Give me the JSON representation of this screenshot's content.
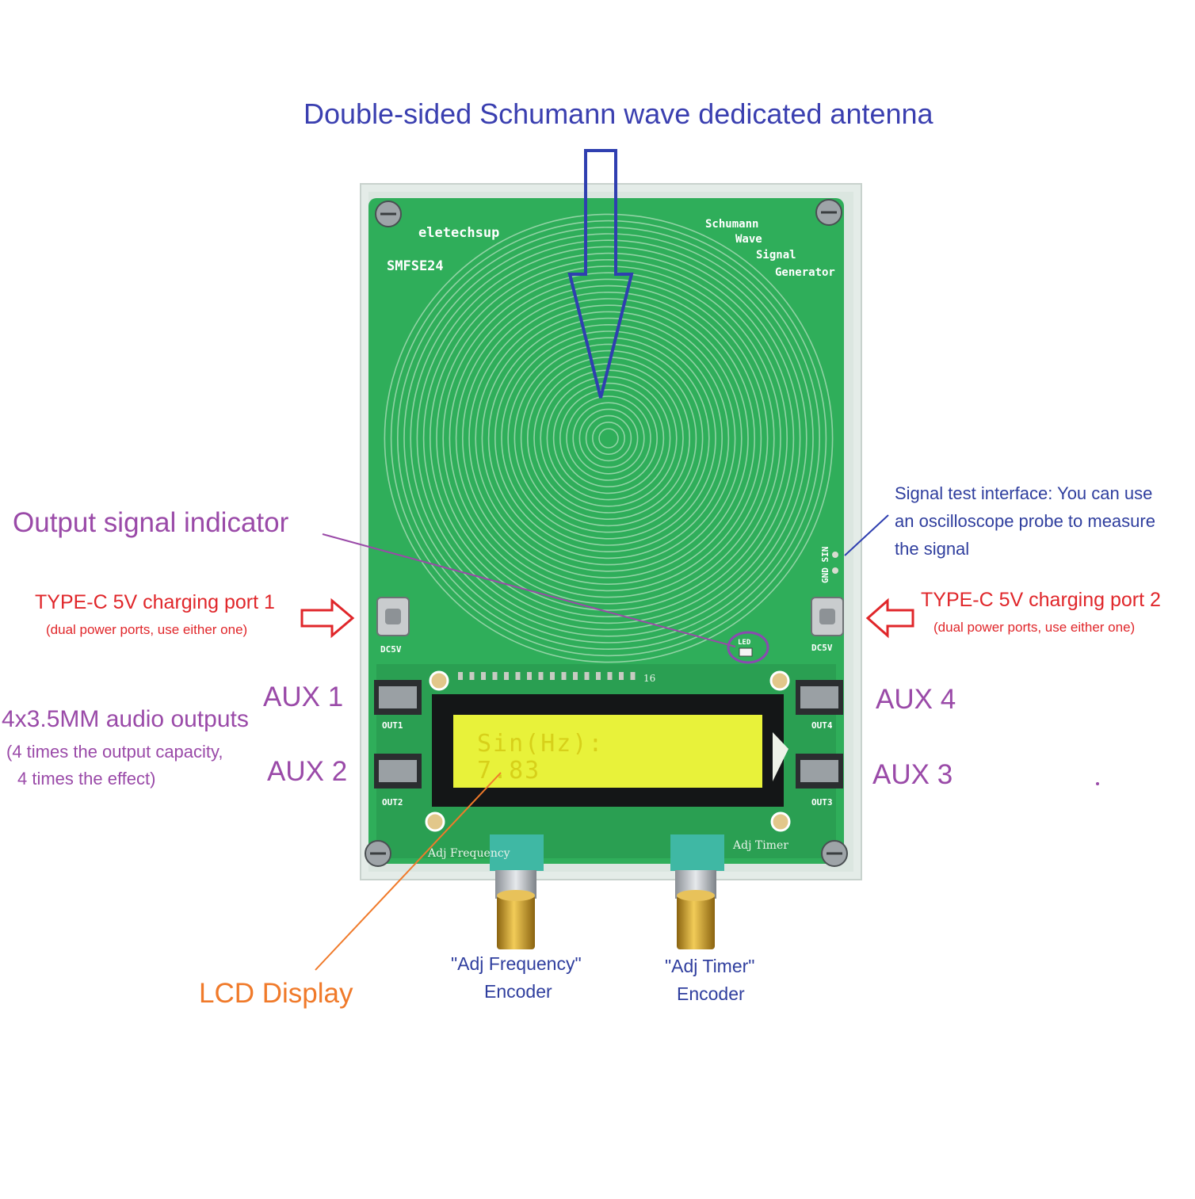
{
  "title": "Double-sided Schumann wave dedicated antenna",
  "board": {
    "brand": "eletechsup",
    "model": "SMFSE24",
    "product_lines": [
      "Schumann",
      "Wave",
      "Signal",
      "Generator"
    ],
    "dc_label": "DC5V",
    "led_label": "LED",
    "test_pins": "GND SIN",
    "out_labels": [
      "OUT1",
      "OUT2",
      "OUT3",
      "OUT4"
    ],
    "pin_count": "16",
    "knob_left_label": "Adj Frequency",
    "knob_right_label": "Adj Timer"
  },
  "lcd": {
    "line1": "Sin(Hz):",
    "line2": "7.83"
  },
  "callouts": {
    "output_indicator": "Output signal indicator",
    "test_interface": [
      "Signal test interface: You can use",
      "an oscilloscope probe to measure",
      "the signal"
    ],
    "port1_title": "TYPE-C 5V charging port 1",
    "port1_note": "(dual power ports, use either one)",
    "port2_title": "TYPE-C 5V charging port 2",
    "port2_note": "(dual power ports, use either one)",
    "aux1": "AUX 1",
    "aux2": "AUX 2",
    "aux3": "AUX 3",
    "aux4": "AUX 4",
    "audio_title": "4x3.5MM audio outputs",
    "audio_note1": "(4 times the output capacity,",
    "audio_note2": "4 times the effect)",
    "lcd_display": "LCD Display",
    "adj_freq_title": "\"Adj Frequency\"",
    "adj_freq_sub": "Encoder",
    "adj_timer_title": "\"Adj Timer\"",
    "adj_timer_sub": "Encoder"
  },
  "colors": {
    "pcb": "#2fae5a",
    "lcd": "#e8f23a",
    "title": "#3a3fb0",
    "callout_purple": "#9a4aa8",
    "callout_red": "#e0262a",
    "callout_orange": "#f07a2a"
  }
}
